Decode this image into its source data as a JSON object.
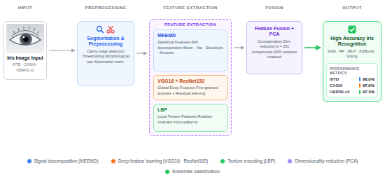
{
  "diagram": {
    "nodes": [
      {
        "text": [
          "Iris Image Input",
          "IIITD · CASIA · UBIRIS.v2"
        ]
      },
      {
        "text": [
          "Segmentation & Preprocessing",
          "Canny edge detection Thresholding Morphological ops Illumination norm."
        ]
      },
      {
        "text": [
          "FEATURE EXTRACTION"
        ]
      },
      {
        "text": [
          "MEEMD",
          "Statistical Features IMF decomposition Mean · Var · Skewness · Kurtosis"
        ],
        "in": 2
      },
      {
        "text": [
          "VGG16 + ResNet152",
          "Global Deep Features Fine-grained textures + Residual learning"
        ],
        "in": 2
      },
      {
        "text": [
          "LBP",
          "Local Texture Features Rotation-invariant micro-patterns"
        ],
        "in": 2
      },
      {
        "text": [
          "Feature Fusion + PCA",
          "Concatenation Dim. reduction k = 201 components 90% variance retained"
        ]
      },
      {
        "text": [
          "High-Accuracy Iris Recognition",
          "SVM · RF · MLP · XGBoost · Voting"
        ]
      },
      {
        "text": [
          "PERFORMANCE METRICS",
          "IIITD",
          "98.0%",
          "CASIA",
          "97.0%",
          "UBIRIS.v2",
          "97.3%"
        ],
        "in": 7
      }
    ],
    "edges": [
      {
        "from": 0,
        "to": 1,
        "arrow": "to"
      },
      {
        "from": 1,
        "to": 2,
        "arrow": "to"
      },
      {
        "from": 2,
        "to": 6,
        "arrow": "to"
      },
      {
        "from": 6,
        "to": 7,
        "arrow": "to"
      }
    ],
    "labels": [
      "INPUT",
      "PREPROCESSING",
      "FEATURE EXTRACTION",
      "FUSION",
      "OUTPUT"
    ],
    "legend": [
      {
        "text": "Signal decomposition (MEEMD)",
        "color": "#3b82f6"
      },
      {
        "text": "Deep feature learning (VGG16 · ResNet152)",
        "color": "#f97316"
      },
      {
        "text": "Texture encoding (LBP)",
        "color": "#22c55e"
      },
      {
        "text": "Dimensionality reduction (PCA)",
        "color": "#a78bfa"
      },
      {
        "text": "Ensemble classification",
        "color": "#22c55e"
      }
    ]
  }
}
